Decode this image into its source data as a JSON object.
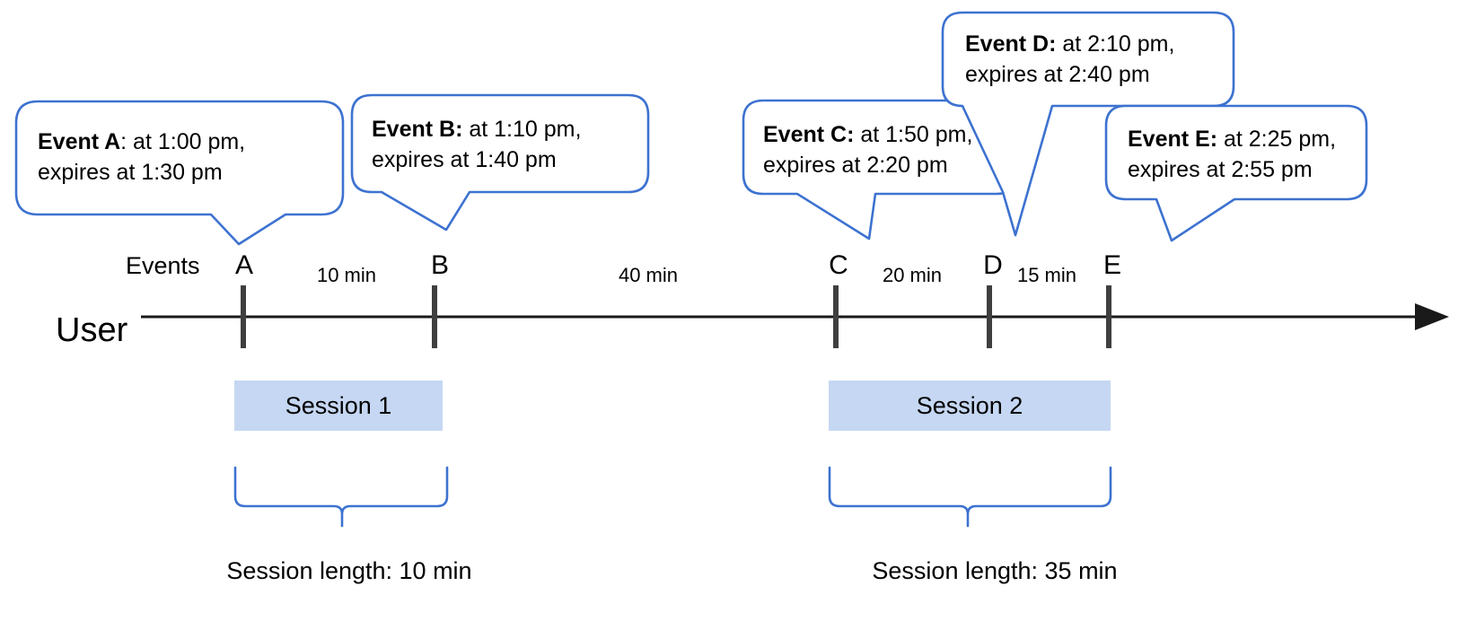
{
  "diagram": {
    "title_row_label": "User",
    "events_row_label": "Events",
    "accent_color": "#3d72d0",
    "session_bar_color": "#c5d7f2",
    "axis_color": "#1a1a1a",
    "tick_color": "#3f3f3f"
  },
  "callouts": [
    {
      "id": "A",
      "bold": "Event A",
      "line1_rest": ": at 1:00 pm,",
      "line2": "expires at 1:30 pm",
      "full": "Event A: at 1:00 pm, expires at 1:30 pm"
    },
    {
      "id": "B",
      "bold": "Event B:",
      "line1_rest": " at 1:10 pm,",
      "line2": "expires at 1:40 pm",
      "full": "Event B: at 1:10 pm, expires at 1:40 pm"
    },
    {
      "id": "C",
      "bold": "Event C:",
      "line1_rest": " at 1:50 pm,",
      "line2": "expires at 2:20 pm",
      "full": "Event C: at 1:50 pm, expires at 2:20 pm"
    },
    {
      "id": "D",
      "bold": "Event D:",
      "line1_rest": " at 2:10 pm,",
      "line2": "expires at 2:40 pm",
      "full": "Event D: at 2:10 pm, expires at 2:40 pm"
    },
    {
      "id": "E",
      "bold": "Event E:",
      "line1_rest": " at 2:25 pm,",
      "line2": "expires at 2:55 pm",
      "full": "Event E: at 2:25 pm, expires at 2:55 pm"
    }
  ],
  "timeline": {
    "ticks": [
      {
        "label": "A",
        "time": "1:00 pm"
      },
      {
        "label": "B",
        "time": "1:10 pm"
      },
      {
        "label": "C",
        "time": "1:50 pm"
      },
      {
        "label": "D",
        "time": "2:10 pm"
      },
      {
        "label": "E",
        "time": "2:25 pm"
      }
    ],
    "gaps": [
      {
        "label": "10 min",
        "from": "A",
        "to": "B"
      },
      {
        "label": "40 min",
        "from": "B",
        "to": "C"
      },
      {
        "label": "20 min",
        "from": "C",
        "to": "D"
      },
      {
        "label": "15 min",
        "from": "D",
        "to": "E"
      }
    ]
  },
  "sessions": [
    {
      "label": "Session 1",
      "length_label": "Session length: 10 min"
    },
    {
      "label": "Session 2",
      "length_label": "Session length: 35 min"
    }
  ]
}
